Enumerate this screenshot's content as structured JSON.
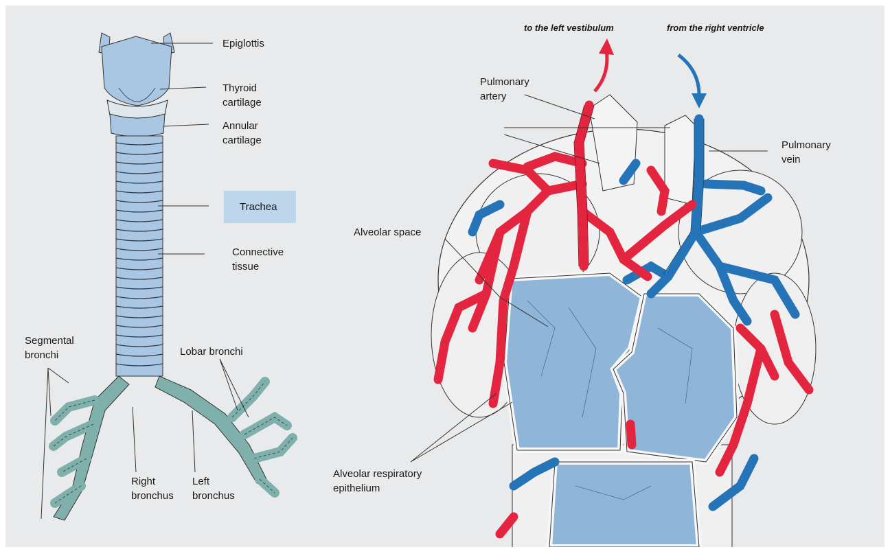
{
  "left_figure": {
    "labels": {
      "epiglottis": "Epiglottis",
      "thyroid": "Thyroid\ncartilage",
      "annular": "Annular\ncartilage",
      "trachea": "Trachea",
      "connective": "Connective\ntissue",
      "segmental": "Segmental\nbronchi",
      "lobar": "Lobar bronchi",
      "right_bronchus": "Right\nbronchus",
      "left_bronchus": "Left\nbronchus"
    },
    "highlight_color": "#bcd5ea"
  },
  "right_figure": {
    "flow": {
      "to_left": "to the left vestibulum",
      "from_right": "from the right ventricle"
    },
    "labels": {
      "artery": "Pulmonary\nartery",
      "vein": "Pulmonary\nvein",
      "alveolar_space": "Alveolar space",
      "epithelium": "Alveolar respiratory\nepithelium"
    }
  },
  "colors": {
    "background": "#e9eaeb",
    "cartilage": "#a9c7e3",
    "bronchus": "#7fb0ab",
    "artery_red": "#e4253f",
    "vein_blue": "#2574b8",
    "alveolus_fill": "#8fb5d8"
  }
}
